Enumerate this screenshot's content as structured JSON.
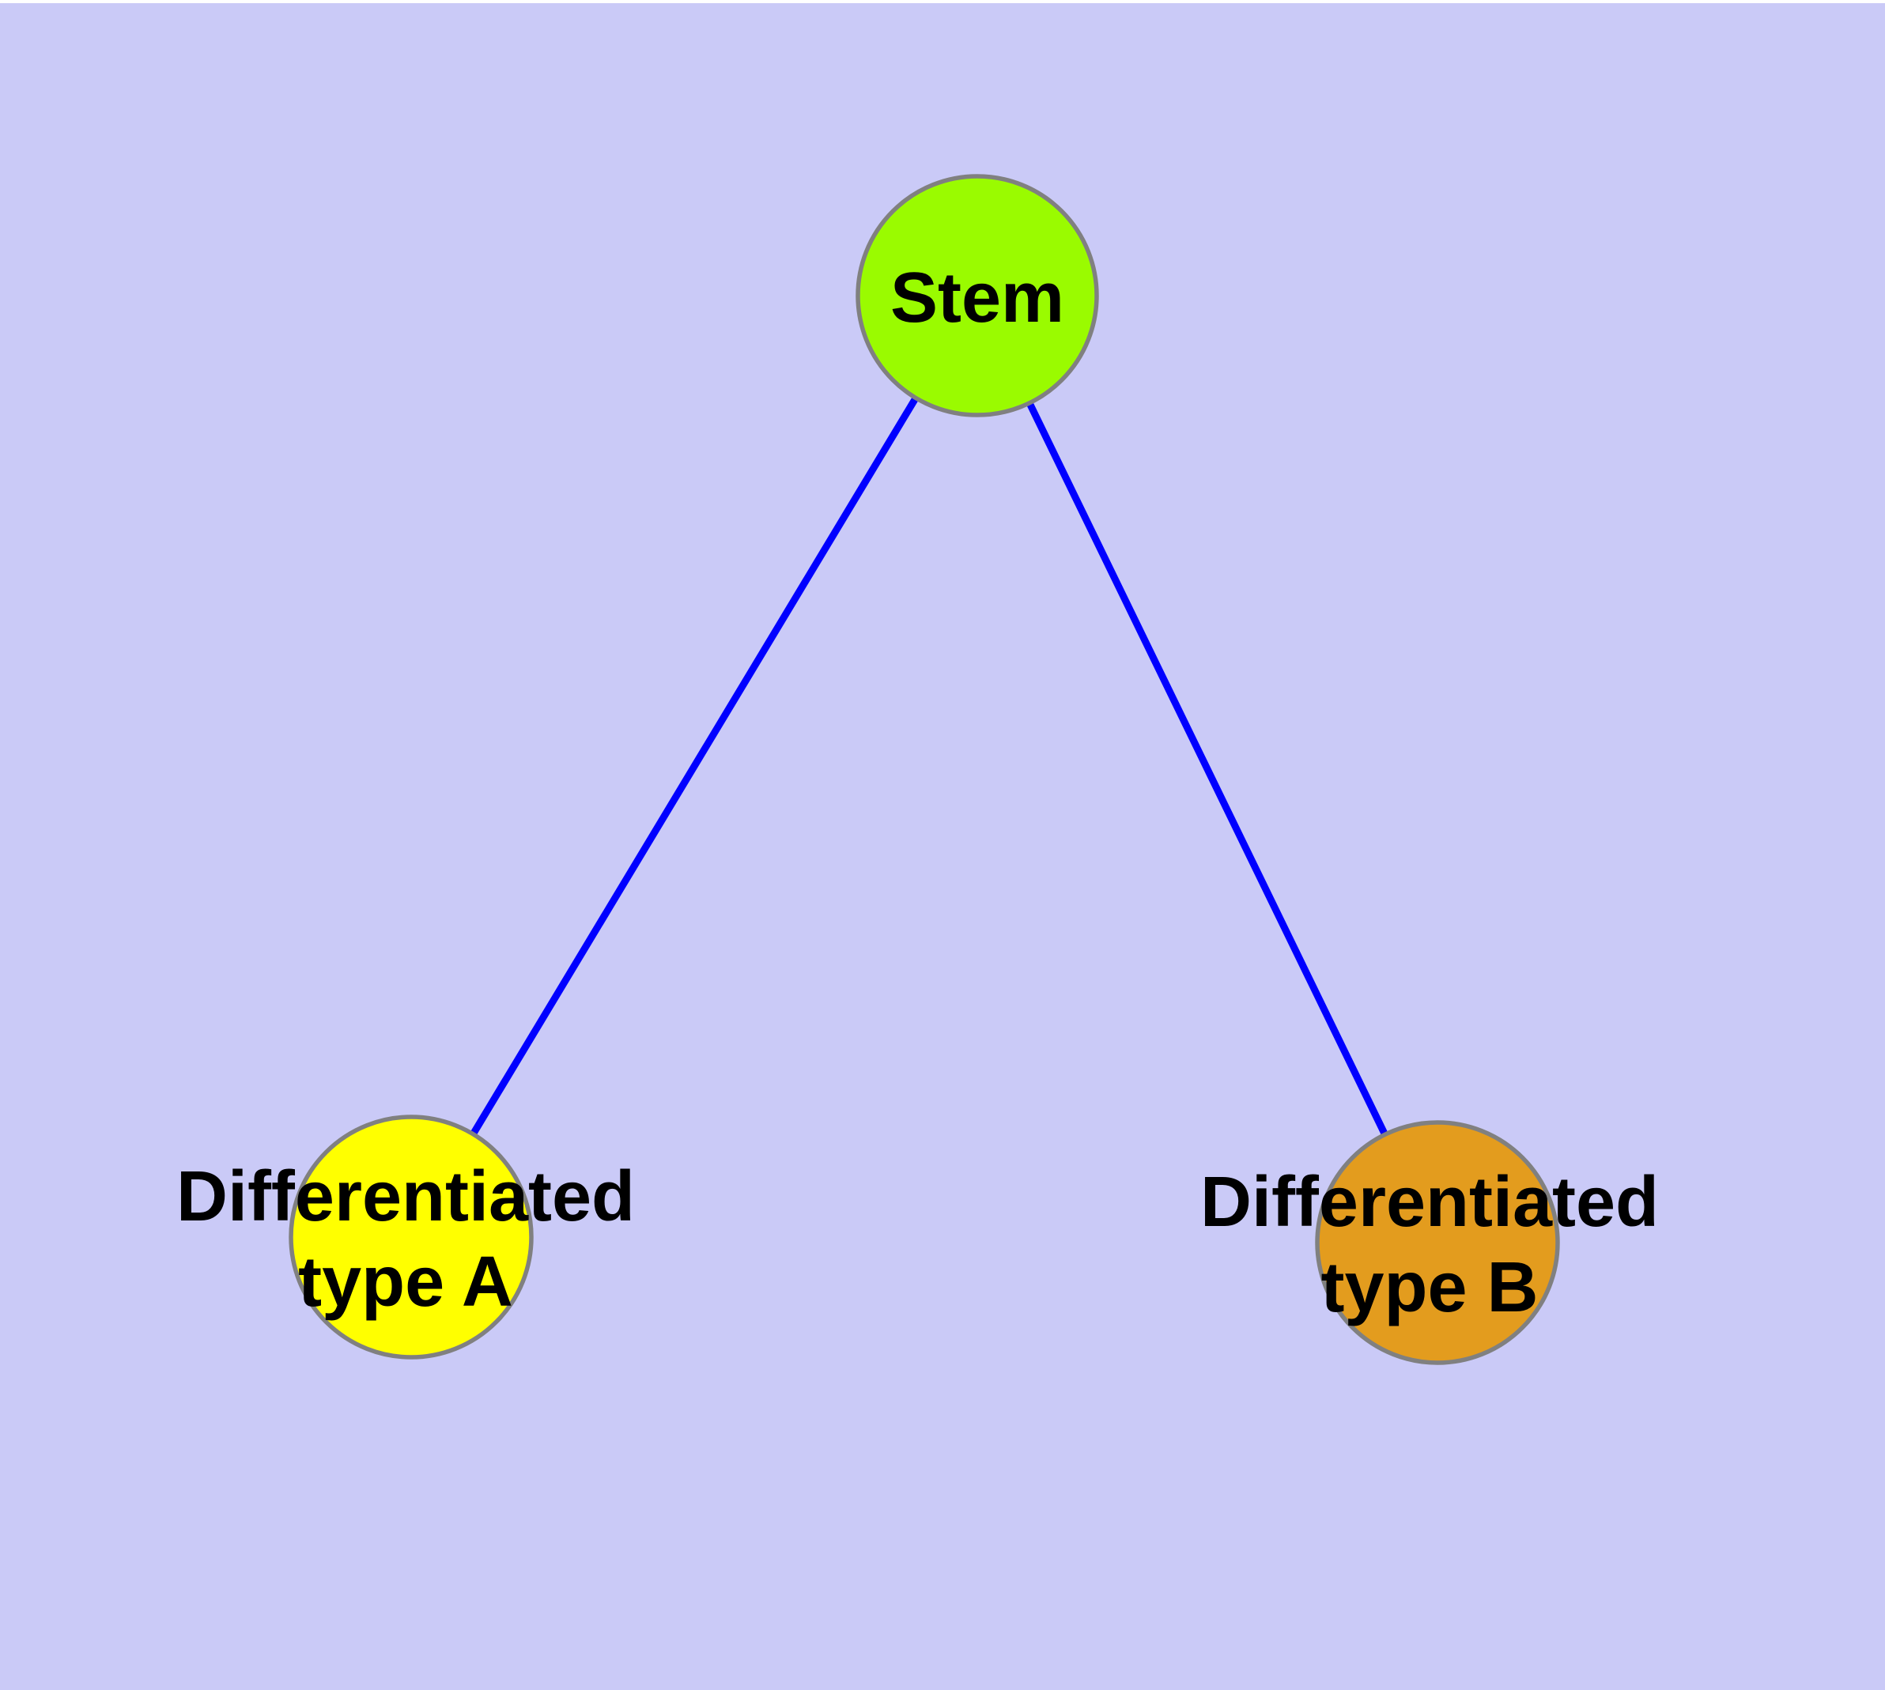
{
  "diagram": {
    "type": "node-link-graph",
    "description": "Cell differentiation hierarchy: a Stem node connected to two differentiated cell type nodes",
    "colors": {
      "background": "#CACAF7",
      "top_margin": "#FFFFFF",
      "edge": "#0000FF",
      "node_border": "#808080",
      "label": "#000000"
    },
    "nodes": [
      {
        "id": "stem",
        "label": "Stem",
        "lines": [
          "Stem"
        ],
        "fill": "#9AFB00"
      },
      {
        "id": "differentiated-type-a",
        "label": "Differentiated type A",
        "lines": [
          "Differentiated",
          "type A"
        ],
        "fill": "#FFFF00"
      },
      {
        "id": "differentiated-type-b",
        "label": "Differentiated type B",
        "lines": [
          "Differentiated",
          "type B"
        ],
        "fill": "#E39C1E"
      }
    ],
    "edges": [
      {
        "from": "Stem",
        "to": "Differentiated type A"
      },
      {
        "from": "Stem",
        "to": "Differentiated type B"
      }
    ]
  }
}
